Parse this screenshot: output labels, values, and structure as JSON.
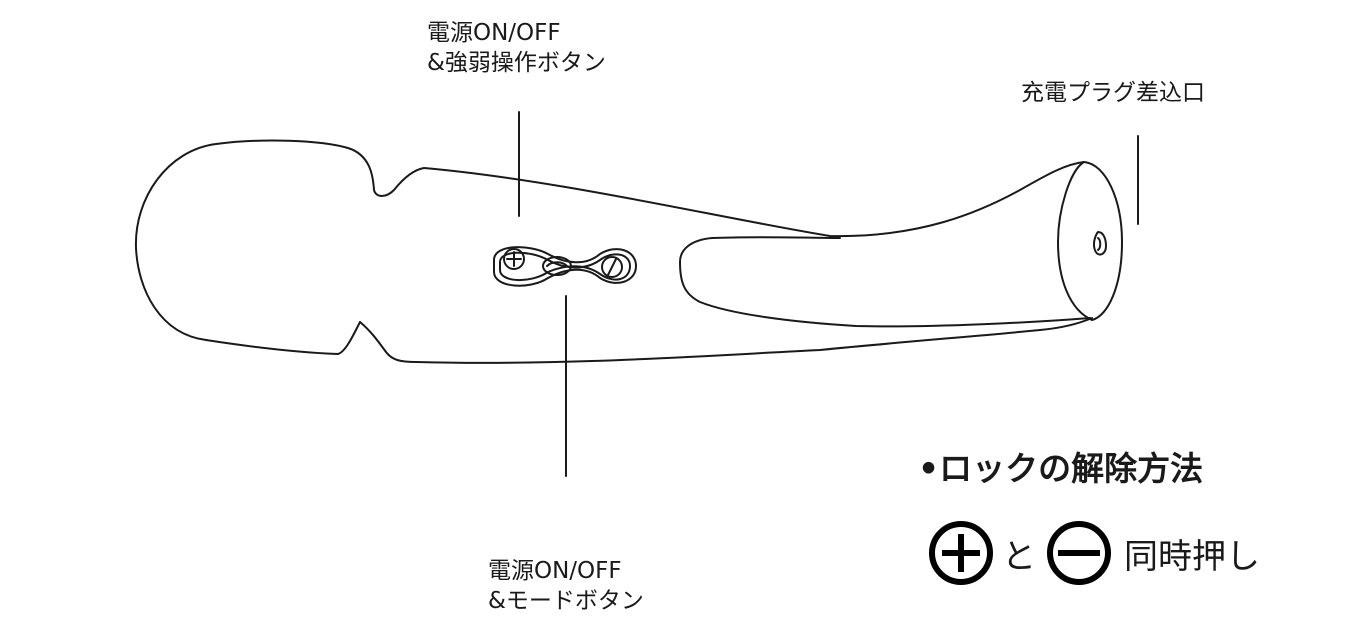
{
  "labels": {
    "power_main": [
      "電源ON/OFF",
      "&強弱操作ボタン"
    ],
    "charging_port": "充電プラグ差込口",
    "power_mode": [
      "電源ON/OFF",
      "&モードボタン"
    ]
  },
  "unlock": {
    "heading": "•ロックの解除方法",
    "connector": "と",
    "action": "同時押し",
    "icons": [
      "plus-circle-icon",
      "minus-circle-icon"
    ]
  },
  "colors": {
    "line": "#1a1a1a",
    "background": "#ffffff"
  }
}
